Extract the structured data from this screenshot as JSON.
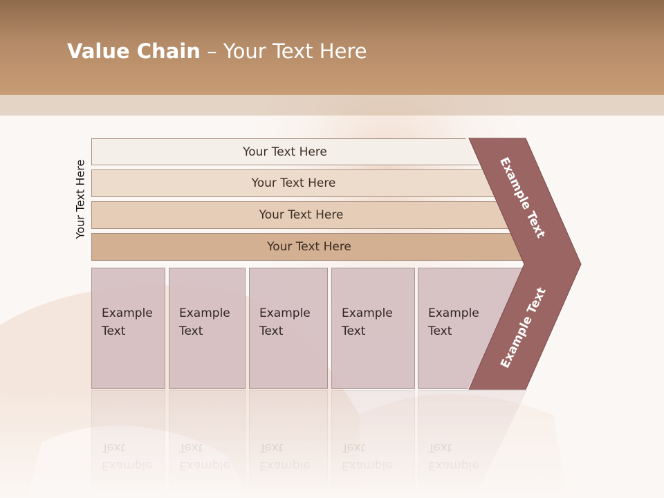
{
  "title": {
    "bold": "Value Chain",
    "rest": " – Your Text Here"
  },
  "side_label": "Your Text Here",
  "rows": [
    {
      "label": "Your Text Here",
      "color": "#f5efea"
    },
    {
      "label": "Your Text Here",
      "color": "#eddccc"
    },
    {
      "label": "Your Text Here",
      "color": "#e5cdb8"
    },
    {
      "label": "Your Text Here",
      "color": "#d4b093"
    }
  ],
  "cells": [
    {
      "line1": "Example",
      "line2": "Text"
    },
    {
      "line1": "Example",
      "line2": "Text"
    },
    {
      "line1": "Example",
      "line2": "Text"
    },
    {
      "line1": "Example",
      "line2": "Text"
    },
    {
      "line1": "Example",
      "line2": "Text"
    }
  ],
  "chevron": {
    "upper": "Example Text",
    "lower": "Example Text",
    "color": "#9b6563"
  },
  "colors": {
    "header": "#b48b68",
    "background": "#fbf7f4"
  }
}
